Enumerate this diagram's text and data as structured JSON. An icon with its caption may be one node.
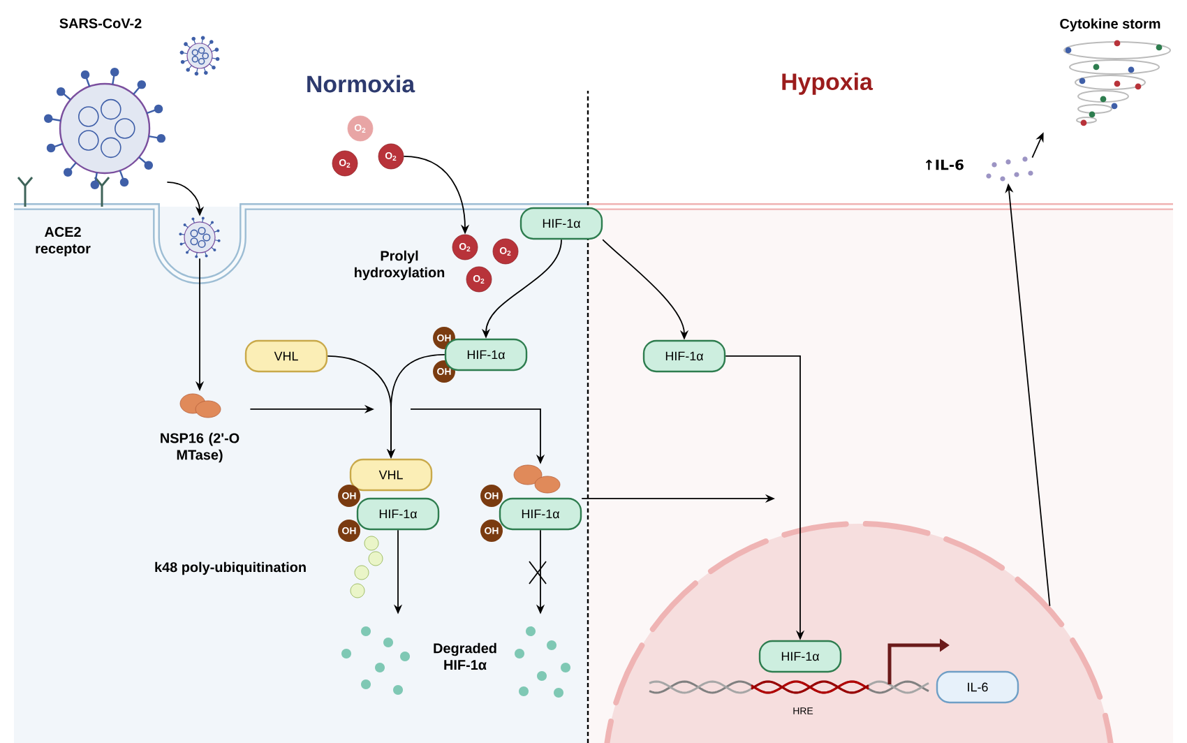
{
  "diagram": {
    "nodes": [
      {
        "text": [
          "SARS-CoV-2"
        ]
      },
      {
        "text": [],
        "shape": "picture"
      },
      {
        "text": [
          "O$_{2}$"
        ]
      },
      {
        "text": [
          "O$_{2}$"
        ]
      },
      {
        "text": [
          "O$_{2}$"
        ]
      },
      {
        "text": [
          "O$_{2}$"
        ]
      },
      {
        "text": [
          "O$_{2}$"
        ]
      },
      {
        "text": [
          "O$_{2}$"
        ]
      },
      {
        "text": [
          "HIF-1α"
        ]
      },
      {
        "text": [
          "OH"
        ]
      },
      {
        "text": [
          "OH"
        ]
      },
      {
        "text": [
          "HIF-1α"
        ]
      },
      {
        "text": [
          "VHL"
        ]
      },
      {
        "text": [
          "NSP16 (2'-O MTase)"
        ]
      },
      {
        "text": [
          "VHL"
        ]
      },
      {
        "text": [
          "OH"
        ]
      },
      {
        "text": [
          "OH"
        ]
      },
      {
        "text": [
          "HIF-1α"
        ]
      },
      {
        "text": [
          "OH"
        ]
      },
      {
        "text": [
          "OH"
        ]
      },
      {
        "text": [
          "HIF-1α"
        ]
      },
      {
        "text": [
          "Degraded HIF-1α"
        ]
      },
      {
        "text": [
          "HIF-1α"
        ]
      },
      {
        "text": [],
        "shape": "circle"
      },
      {
        "text": [
          "HIF-1α"
        ],
        "in": 23
      },
      {
        "text": [
          "IL-6"
        ],
        "in": 23
      },
      {
        "text": [],
        "shape": "picture",
        "beside": [
          "↑IL-6"
        ]
      },
      {
        "text": [
          "Cytokine storm"
        ]
      }
    ],
    "edges": [
      {
        "from": 0,
        "to": 1,
        "arrow": "to"
      },
      {
        "from": 1,
        "to": 13,
        "arrow": "to"
      },
      {
        "from": 4,
        "to": 5,
        "arrow": "to"
      },
      {
        "from": 8,
        "to": 11,
        "arrow": "to"
      },
      {
        "from": 12,
        "to": 14,
        "arrow": "to"
      },
      {
        "from": 11,
        "to": 14,
        "arrow": "to"
      },
      {
        "from": 13,
        "to": null,
        "arrow": "to"
      },
      {
        "from": null,
        "to": 20,
        "arrow": "to"
      },
      {
        "from": 17,
        "to": 21,
        "arrow": "to"
      },
      {
        "from": 20,
        "to": 21,
        "arrow": "to"
      },
      {
        "from": 20,
        "to": null,
        "arrow": "to"
      },
      {
        "from": 8,
        "to": 22,
        "arrow": "to"
      },
      {
        "from": 22,
        "to": 24,
        "arrow": "to"
      },
      {
        "from": 23,
        "to": 26,
        "arrow": "to"
      },
      {
        "from": 26,
        "to": 27,
        "arrow": "to"
      }
    ],
    "labels": [
      "Normoxia",
      "Hypoxia",
      "ACE2 receptor",
      "Prolyl hydroxylation",
      "k48 poly-ubiquitination",
      "HRE"
    ]
  }
}
